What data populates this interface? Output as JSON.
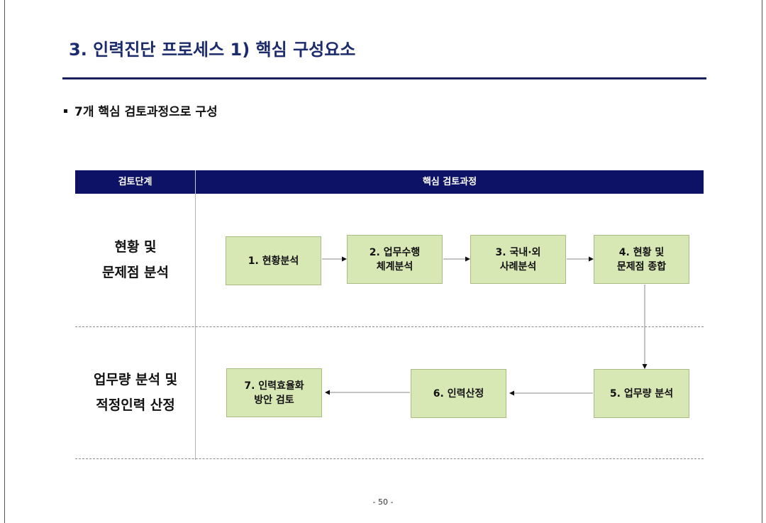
{
  "page": {
    "title": "3. 인력진단 프로세스 1) 핵심 구성요소",
    "bullet": "7개 핵심 검토과정으로 구성",
    "page_number": "- 50 -"
  },
  "table": {
    "header_stage": "검토단계",
    "header_process": "핵심 검토과정"
  },
  "stages": [
    {
      "lines": [
        "현황 및",
        "문제점 분석"
      ]
    },
    {
      "lines": [
        "업무량 분석 및",
        "적정인력 산정"
      ]
    }
  ],
  "steps": [
    {
      "label": "1. 현황분석"
    },
    {
      "label": "2. 업무수행\n체계분석"
    },
    {
      "label": "3. 국내·외\n사례분석"
    },
    {
      "label": "4. 현황 및\n문제점 종합"
    },
    {
      "label": "5. 업무량 분석"
    },
    {
      "label": "6. 인력산정"
    },
    {
      "label": "7. 인력효율화\n방안 검토"
    }
  ],
  "colors": {
    "header_bg": "#0d1266",
    "title": "#1c2b6b",
    "box_fill": "#d8e8b4",
    "box_border": "#a9bd82"
  }
}
